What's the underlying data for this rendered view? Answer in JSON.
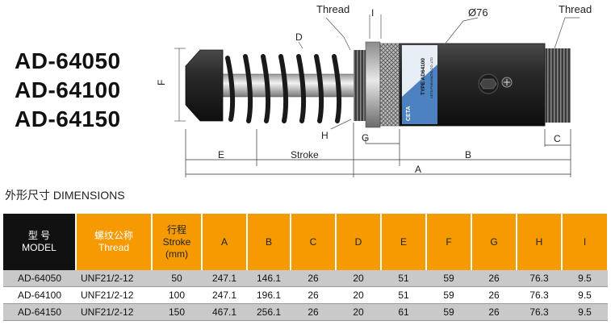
{
  "models": [
    "AD-64050",
    "AD-64100",
    "AD-64150"
  ],
  "diagram": {
    "labels": {
      "thread_left": "Thread",
      "i": "I",
      "diameter": "Ø76",
      "thread_right": "Thread",
      "d": "D",
      "f": "F",
      "h": "H",
      "g": "G",
      "c": "C",
      "e": "E",
      "stroke": "Stroke",
      "b": "B",
      "a": "A"
    },
    "body_text": {
      "type": "TYPE AD64100",
      "maker": "CETA PNEUMATIC CO.,LTD",
      "logo": "CETA"
    }
  },
  "section_title": "外形尺寸 DIMENSIONS",
  "table": {
    "headers": [
      {
        "cn": "型 号",
        "en": "MODEL"
      },
      {
        "cn": "螺纹公称",
        "en": "Thread"
      },
      {
        "cn": "行程",
        "en": "Stroke",
        "unit": "(mm)"
      },
      {
        "en": "A"
      },
      {
        "en": "B"
      },
      {
        "en": "C"
      },
      {
        "en": "D"
      },
      {
        "en": "E"
      },
      {
        "en": "F"
      },
      {
        "en": "G"
      },
      {
        "en": "H"
      },
      {
        "en": "I"
      }
    ],
    "rows": [
      [
        "AD-64050",
        "UNF21/2-12",
        "50",
        "247.1",
        "146.1",
        "26",
        "20",
        "51",
        "59",
        "26",
        "76.3",
        "9.5"
      ],
      [
        "AD-64100",
        "UNF21/2-12",
        "100",
        "247.1",
        "196.1",
        "26",
        "20",
        "51",
        "59",
        "26",
        "76.3",
        "9.5"
      ],
      [
        "AD-64150",
        "UNF21/2-12",
        "150",
        "467.1",
        "256.1",
        "26",
        "20",
        "61",
        "59",
        "26",
        "76.3",
        "9.5"
      ]
    ]
  },
  "colors": {
    "header_orange": "#f59a00",
    "header_black": "#111111",
    "row_gray": "#c9c9c9",
    "body_dark": "#2a2a2a",
    "label_blue": "#2f6fb5"
  }
}
